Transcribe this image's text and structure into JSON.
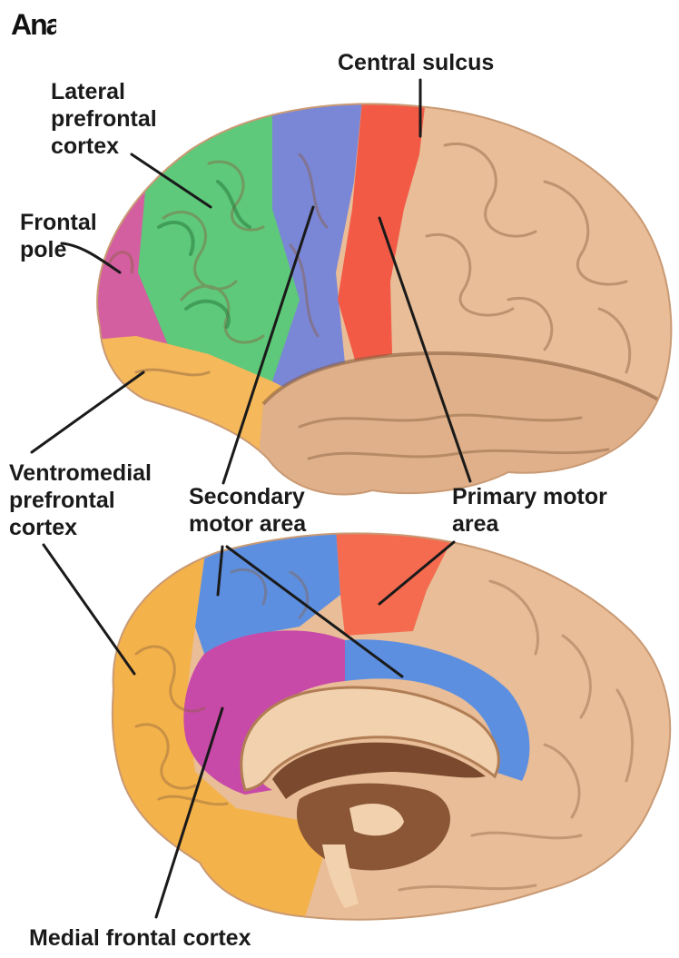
{
  "title_fragment": "Ana",
  "labels": {
    "central_sulcus": "Central sulcus",
    "lateral_prefrontal": "Lateral\nprefrontal\ncortex",
    "frontal_pole": "Frontal\npole",
    "ventromedial": "Ventromedial\nprefrontal\ncortex",
    "secondary_motor": "Secondary\nmotor area",
    "primary_motor": "Primary motor\narea",
    "medial_frontal": "Medial frontal cortex"
  },
  "region_colors": {
    "lateral_prefrontal": "#5ec97a",
    "frontal_pole": "#d35ea0",
    "ventromedial": "#f5b85a",
    "secondary_motor": "#7a86d6",
    "primary_motor": "#f25a46",
    "medial_frontal": "#c84aa8",
    "cortex": "#e8bd97",
    "medial_secondary_motor": "#5d8fe0",
    "medial_primary_motor": "#f46b50",
    "medial_ventromedial": "#f4b24a"
  }
}
